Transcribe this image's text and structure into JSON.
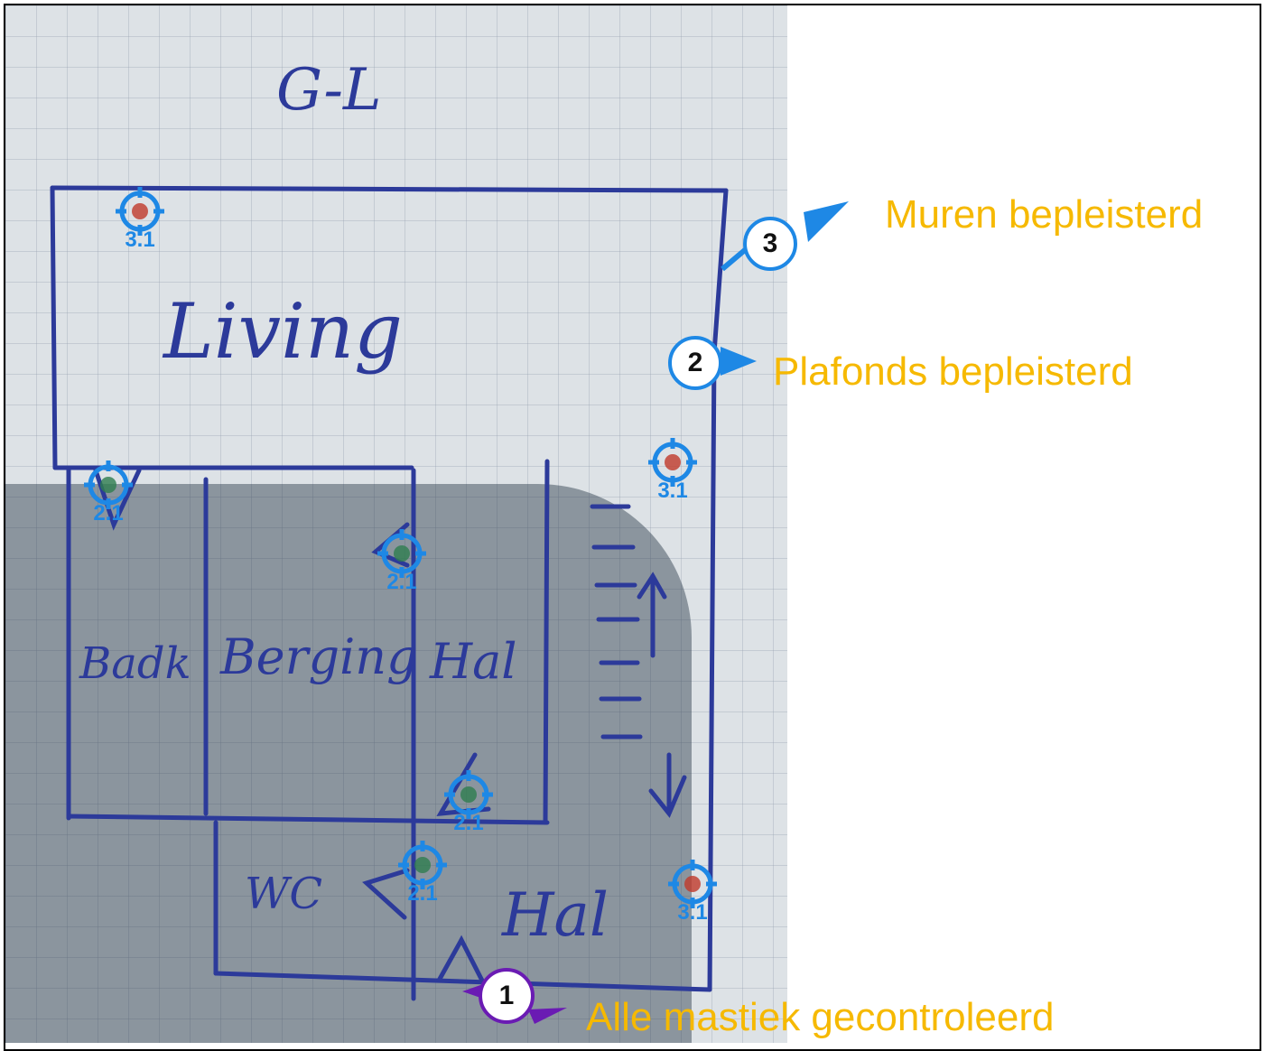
{
  "plan": {
    "floor_label": "G-L",
    "rooms": {
      "living": "Living",
      "bath": "Badk",
      "storage": "Berging",
      "hall_upper": "Hal",
      "wc": "WC",
      "hall_lower": "Hal"
    }
  },
  "annotations": [
    {
      "number": "1",
      "text": "Alle mastiek gecontroleerd",
      "color": "#6a1bb3"
    },
    {
      "number": "2",
      "text": "Plafonds bepleisterd",
      "color": "#1e88e5"
    },
    {
      "number": "3",
      "text": "Muren bepleisterd",
      "color": "#1e88e5"
    }
  ],
  "markers": [
    {
      "label": "3.1",
      "dot_color": "#c0392b"
    },
    {
      "label": "2.1",
      "dot_color": "#2e7d4f"
    },
    {
      "label": "2.1",
      "dot_color": "#2e7d4f"
    },
    {
      "label": "3.1",
      "dot_color": "#c0392b"
    },
    {
      "label": "2.1",
      "dot_color": "#2e7d4f"
    },
    {
      "label": "2.1",
      "dot_color": "#2e7d4f"
    },
    {
      "label": "3.1",
      "dot_color": "#c0392b"
    }
  ],
  "label_color": "#f6b900",
  "icons": {
    "marker": "crosshair-icon",
    "badge": "numbered-circle-icon"
  }
}
